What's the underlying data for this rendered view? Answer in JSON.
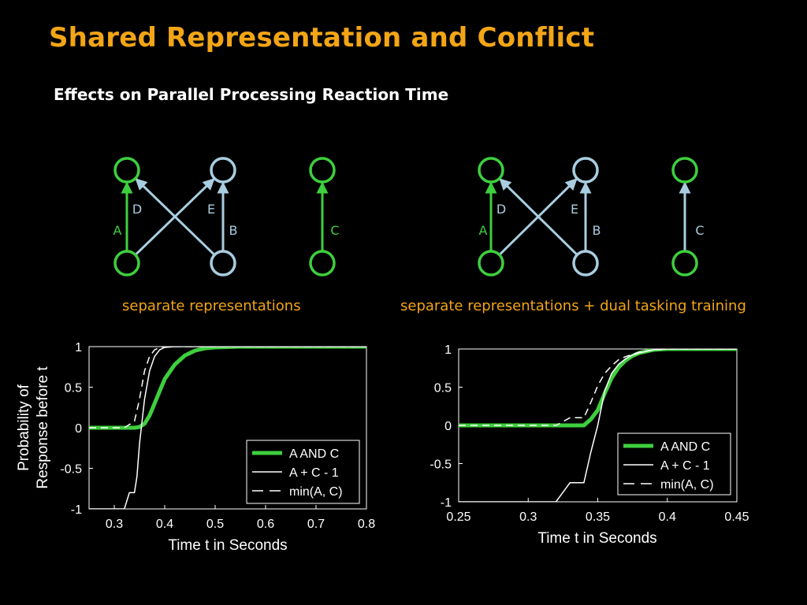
{
  "slide": {
    "title": "Shared Representation and Conflict",
    "subtitle": "Effects on Parallel Processing Reaction Time"
  },
  "diagrams": [
    {
      "caption": "separate  representations",
      "labels": {
        "D": "D",
        "E": "E",
        "A": "A",
        "B": "B",
        "C": "C"
      },
      "edge_colors": {
        "A": "#3ecf3e",
        "D": "#a9cde0",
        "E": "#a9cde0",
        "B": "#a9cde0",
        "C": "#3ecf3e"
      },
      "node_colors": {
        "top_left": "#3ecf3e",
        "top_mid": "#a9cde0",
        "top_right": "#3ecf3e",
        "bot_left": "#3ecf3e",
        "bot_mid": "#a9cde0",
        "bot_right": "#3ecf3e"
      }
    },
    {
      "caption": "separate  representations + dual tasking training",
      "labels": {
        "D": "D",
        "E": "E",
        "A": "A",
        "B": "B",
        "C": "C"
      },
      "edge_colors": {
        "A": "#3ecf3e",
        "D": "#a9cde0",
        "E": "#a9cde0",
        "B": "#a9cde0",
        "C": "#a9cde0"
      },
      "node_colors": {
        "top_left": "#3ecf3e",
        "top_mid": "#a9cde0",
        "top_right": "#3ecf3e",
        "bot_left": "#3ecf3e",
        "bot_mid": "#a9cde0",
        "bot_right": "#3ecf3e"
      }
    }
  ],
  "colors": {
    "green": "#3ecf3e",
    "light_blue": "#a9cde0",
    "orange": "#f2a516"
  },
  "chart_data": [
    {
      "type": "line",
      "ylabel": [
        "Probability of",
        "Response before t"
      ],
      "xlabel": "Time t in Seconds",
      "xlim": [
        0.25,
        0.8
      ],
      "ylim": [
        -1,
        1
      ],
      "xticks": [
        "0.3",
        "0.4",
        "0.5",
        "0.6",
        "0.7",
        "0.8"
      ],
      "xtick_values": [
        0.3,
        0.4,
        0.5,
        0.6,
        0.7,
        0.8
      ],
      "yticks": [
        "-1",
        "-0.5",
        "0",
        "0.5",
        "1"
      ],
      "ytick_values": [
        -1,
        -0.5,
        0,
        0.5,
        1
      ],
      "legend_position": "bottom-right",
      "series": [
        {
          "name": "A AND C",
          "style": "thick-green",
          "x": [
            0.25,
            0.34,
            0.35,
            0.36,
            0.37,
            0.38,
            0.39,
            0.4,
            0.42,
            0.44,
            0.46,
            0.48,
            0.5,
            0.55,
            0.6,
            0.8
          ],
          "y": [
            0,
            0,
            0.01,
            0.05,
            0.15,
            0.3,
            0.45,
            0.6,
            0.78,
            0.89,
            0.95,
            0.98,
            0.99,
            1.0,
            1.0,
            1.0
          ]
        },
        {
          "name": "A + C - 1",
          "style": "thin-white",
          "x": [
            0.25,
            0.32,
            0.33,
            0.34,
            0.345,
            0.35,
            0.36,
            0.37,
            0.38,
            0.39,
            0.4,
            0.42,
            0.8
          ],
          "y": [
            -1,
            -1,
            -0.8,
            -0.8,
            -0.6,
            -0.2,
            0.35,
            0.7,
            0.88,
            0.96,
            0.99,
            1.0,
            1.0
          ]
        },
        {
          "name": "min(A, C)",
          "style": "dashed-white",
          "x": [
            0.25,
            0.32,
            0.34,
            0.35,
            0.36,
            0.37,
            0.38,
            0.39,
            0.4,
            0.42,
            0.8
          ],
          "y": [
            0,
            0,
            0.08,
            0.35,
            0.7,
            0.88,
            0.96,
            0.99,
            1.0,
            1.0,
            1.0
          ]
        }
      ]
    },
    {
      "type": "line",
      "xlabel": "Time t in Seconds",
      "xlim": [
        0.25,
        0.45
      ],
      "ylim": [
        -1,
        1
      ],
      "xticks": [
        "0.25",
        "0.3",
        "0.35",
        "0.4",
        "0.45"
      ],
      "xtick_values": [
        0.25,
        0.3,
        0.35,
        0.4,
        0.45
      ],
      "yticks": [
        "-1",
        "-0.5",
        "0",
        "0.5",
        "1"
      ],
      "ytick_values": [
        -1,
        -0.5,
        0,
        0.5,
        1
      ],
      "legend_position": "bottom-right",
      "series": [
        {
          "name": "A AND C",
          "style": "thick-green",
          "x": [
            0.25,
            0.34,
            0.345,
            0.35,
            0.355,
            0.36,
            0.365,
            0.37,
            0.375,
            0.38,
            0.39,
            0.4,
            0.41,
            0.45
          ],
          "y": [
            0,
            0,
            0.08,
            0.2,
            0.42,
            0.62,
            0.76,
            0.85,
            0.91,
            0.95,
            0.99,
            1.0,
            1.0,
            1.0
          ]
        },
        {
          "name": "A + C - 1",
          "style": "thin-white",
          "x": [
            0.25,
            0.32,
            0.33,
            0.34,
            0.345,
            0.35,
            0.355,
            0.36,
            0.365,
            0.37,
            0.375,
            0.38,
            0.39,
            0.4,
            0.45
          ],
          "y": [
            -1,
            -1,
            -0.75,
            -0.75,
            -0.35,
            0.0,
            0.45,
            0.68,
            0.8,
            0.87,
            0.92,
            0.95,
            0.99,
            1.0,
            1.0
          ]
        },
        {
          "name": "min(A, C)",
          "style": "dashed-white",
          "x": [
            0.25,
            0.32,
            0.33,
            0.34,
            0.345,
            0.35,
            0.355,
            0.36,
            0.365,
            0.37,
            0.38,
            0.39,
            0.4,
            0.45
          ],
          "y": [
            0,
            0,
            0.1,
            0.1,
            0.3,
            0.52,
            0.68,
            0.78,
            0.86,
            0.9,
            0.96,
            0.99,
            1.0,
            1.0
          ]
        }
      ]
    }
  ]
}
